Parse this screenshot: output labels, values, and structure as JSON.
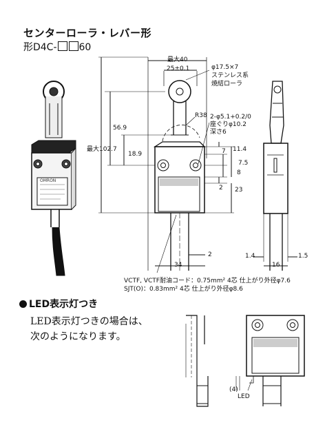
{
  "header": {
    "title": "センターローラ・レバー形",
    "model_prefix": "形D4C-",
    "model_suffix": "60"
  },
  "dimensions": {
    "max40": "最大40",
    "d25": "25±0.1",
    "d56_9": "56.9",
    "max102_7": "最大102.7",
    "d18_9": "18.9",
    "r38": "R38",
    "d7": "7",
    "d11_4": "11.4",
    "d7_5": "7.5",
    "d8": "8",
    "d2a": "2",
    "d23": "23",
    "d2b": "2",
    "d34": "34",
    "d1_4": "1.4",
    "d16": "16",
    "d1_5": "1.5",
    "d4": "(4)"
  },
  "callouts": {
    "roller_line1": "φ17.5×7",
    "roller_line2": "ステンレス系",
    "roller_line3": "焼結ローラ",
    "hole_line1": "2-φ5.1+0.2/0",
    "hole_line2": "座ぐりφ10.2",
    "hole_line3": "深さ6",
    "led_label": "LED"
  },
  "cable_notes": {
    "line1": "VCTF, VCTF耐油コード：0.75mm² 4芯 仕上がり外径φ7.6",
    "line2": "SJT(O)：0.83mm² 4芯 仕上がり外径φ8.6"
  },
  "led_section": {
    "heading": "LED表示灯つき",
    "body_line1": "LED表示灯つきの場合は、",
    "body_line2": "次のようになります。"
  },
  "device_label": "OMRON"
}
